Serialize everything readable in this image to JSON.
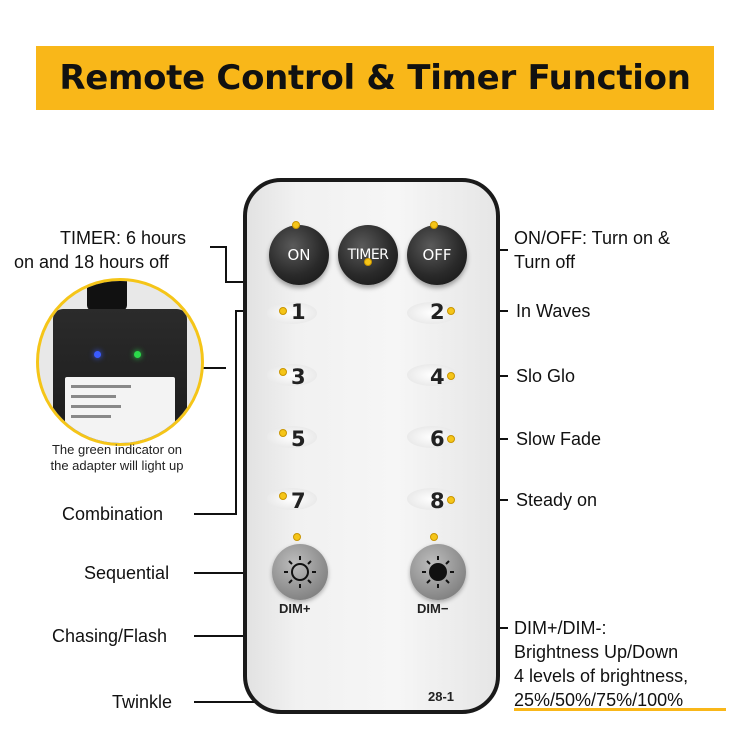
{
  "header": {
    "title": "Remote Control & Timer Function"
  },
  "remote": {
    "buttons": {
      "on": "ON",
      "timer": "TIMER",
      "off": "OFF"
    },
    "numbers": [
      "1",
      "2",
      "3",
      "4",
      "5",
      "6",
      "7",
      "8"
    ],
    "dim_plus": "DIM+",
    "dim_minus": "DIM−",
    "model": "28-1"
  },
  "left_labels": {
    "timer_line1": "TIMER: 6 hours",
    "timer_line2": "on and 18 hours off",
    "combination": "Combination",
    "sequential": "Sequential",
    "chasing": "Chasing/Flash",
    "twinkle": "Twinkle"
  },
  "right_labels": {
    "onoff_line1": "ON/OFF: Turn on &",
    "onoff_line2": "Turn off",
    "in_waves": "In Waves",
    "slo_glo": "Slo Glo",
    "slow_fade": "Slow Fade",
    "steady_on": "Steady on",
    "dim_line1": "DIM+/DIM-:",
    "dim_line2": "Brightness Up/Down",
    "dim_line3": "4 levels of brightness,",
    "dim_line4": "25%/50%/75%/100%"
  },
  "inset": {
    "caption_line1": "The green indicator on",
    "caption_line2": "the adapter will light up"
  },
  "colors": {
    "accent": "#f9b719",
    "dot": "#f5c518",
    "line": "#111111"
  }
}
